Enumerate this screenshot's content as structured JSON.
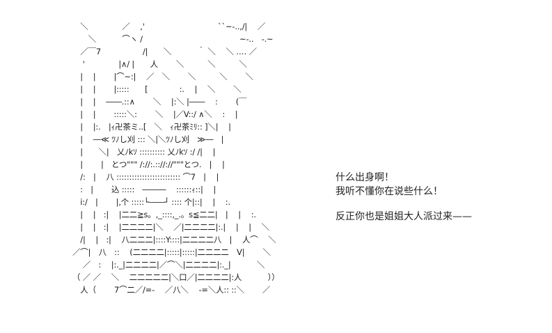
{
  "artwork": {
    "type": "shift-jis-ascii-art",
    "lines": [
      "　＼　　　　 ／　 ,'　　　　　　　　　 ``~‐..,/|　 ／",
      "　　＼　　　 ⌒ヽ /　　　　　　　　　　　　 ~-..　‐.~",
      "　／￣7　　　　　 /|　　＼　　　 ｀ ＼　 ＼ ‥‥ ／",
      "　 '　　　　 |∧/ |　　人　　 ＼　　　＼　　　＼",
      "　|　 |　　 |⌒~:|　 ／　＼　　 ＼　　　＼　　 ＼",
      "　|　 |　　 |:::::　　[　　　　:.　 |　 ＼　　 ＼",
      "　|　 |　 ――.::∧　　 ＼　 |:＼ |――　 :　　 (￣",
      "　|　 |　　 :::::＼:　　 ＼　 |／V::/ ∧＼　 :　 |",
      "　|　 |:.　|ｨ卍茶ミ..[　＼　ｨ卍茶ﾐﾘ:: ]＼|　 |",
      "　|　 ―≪ ﾂﾉし刈 ::: ＼|＼ﾂﾉし刈　≫―　|",
      "　|　　＼|　乂ﾉkｿ :::::::::: 乂ﾉkｿ :/ /|　 |",
      "　|　　 |　とつ\"\"\" /://:.:://://\"\"\"とつ.　|　 |",
      "　/:　|　 八 ::::::::::::::::::::::::: ⌒7　|　 |",
      "　:　|　　 込 :::::　―――　 ::::::ｨ::|　 |",
      "　i:/　|　　 |,个 :::::└――┘ :::: 个|::|　 |　 :.",
      "　|　 |　:|　 |二二≧s。,_::::,_.。s≦二二|　|　 |　 :.",
      "　|　 |　:|　 |二二二二|＼　 ／|二二二二|:.|　 |　 |　 ＼",
      "　/|　 |　:|　 八二二二|::::Y::::|二二二二八　|　 人⌒　 ＼",
      "／⌒|　八　::　 (二二二二|:::::|:::::|二二二二　V|　　 ＼",
      "　 ／　:　 |:._|二二二二|／⌒＼|二二二二|:._|　　　 ＼",
      "（ ／ ／　 ＼　 二二二二二|＼口／|二二二二|:人　　　 ））",
      "　人（　　 7⌒二／/=-　 ／八＼　 ‐=＼人:: ::＼　　 ／"
    ]
  },
  "dialogue": {
    "lines": [
      "什么出身啊！",
      "我听不懂你在说些什么！",
      "",
      "反正你也是姐姐大人派过来——"
    ]
  }
}
